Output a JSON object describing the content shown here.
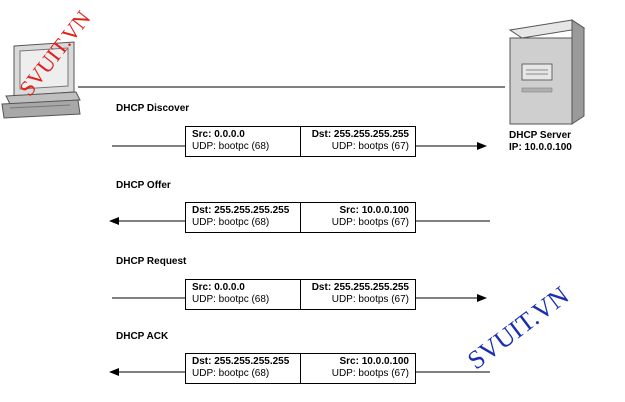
{
  "server": {
    "name": "DHCP Server",
    "ip": "IP: 10.0.0.100"
  },
  "stages": [
    {
      "title": "DHCP Discover",
      "direction": "to-server",
      "left": {
        "head": "Src: 0.0.0.0",
        "port": "UDP: bootpc (68)"
      },
      "right": {
        "head": "Dst: 255.255.255.255",
        "port": "UDP: bootps (67)"
      }
    },
    {
      "title": "DHCP Offer",
      "direction": "to-client",
      "left": {
        "head": "Dst: 255.255.255.255",
        "port": "UDP: bootpc (68)"
      },
      "right": {
        "head": "Src: 10.0.0.100",
        "port": "UDP: bootps (67)"
      }
    },
    {
      "title": "DHCP Request",
      "direction": "to-server",
      "left": {
        "head": "Src: 0.0.0.0",
        "port": "UDP: bootpc (68)"
      },
      "right": {
        "head": "Dst: 255.255.255.255",
        "port": "UDP: bootps (67)"
      }
    },
    {
      "title": "DHCP ACK",
      "direction": "to-client",
      "left": {
        "head": "Dst: 255.255.255.255",
        "port": "UDP: bootpc (68)"
      },
      "right": {
        "head": "Src: 10.0.0.100",
        "port": "UDP: bootps (67)"
      }
    }
  ],
  "watermarks": [
    "SVUIT.VN",
    "SVUIT.VN"
  ],
  "colors": {
    "watermark_red": "#e0201a",
    "watermark_blue": "#1a2fb0",
    "server_body": "#c8c8c8"
  }
}
